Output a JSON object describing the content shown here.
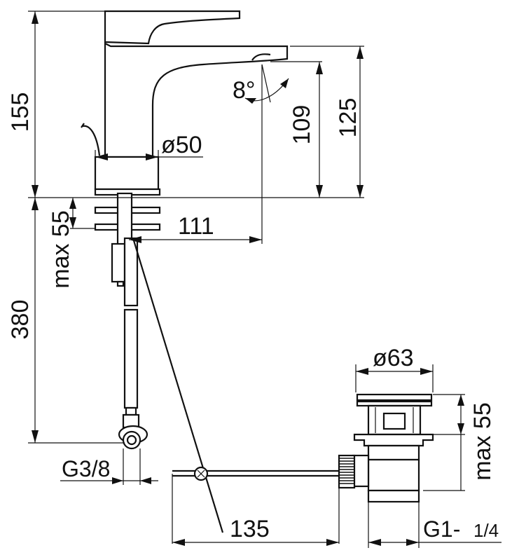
{
  "dimensions": {
    "total_height": "155",
    "spout_height": "125",
    "outlet_height": "109",
    "spout_angle": "8°",
    "body_diameter": "ø50",
    "spout_reach": "111",
    "deck_thickness": "max 55",
    "hose_length": "380",
    "hose_connection": "G3/8",
    "waste_diameter": "ø63",
    "waste_depth": "max 55",
    "rod_length": "135",
    "waste_thread": "G1-",
    "waste_thread_fraction": "1/4"
  }
}
